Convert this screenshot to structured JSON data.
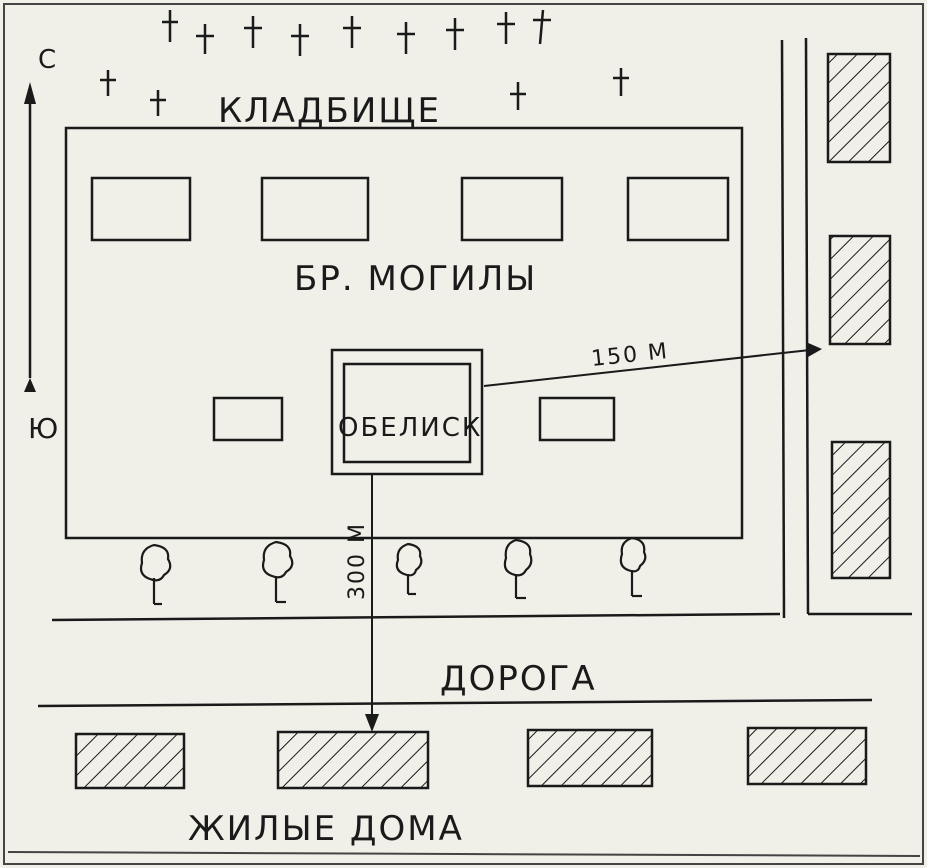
{
  "labels": {
    "cemetery": "КЛАДБИЩЕ",
    "mass_graves": "БР. МОГИЛЫ",
    "obelisk": "ОБЕЛИСК",
    "road": "ДОРОГА",
    "residential": "ЖИЛЫЕ ДОМА",
    "distance_east": "150 М",
    "distance_south": "300 М",
    "north": "С",
    "south": "Ю"
  },
  "colors": {
    "paper": "#f0efe8",
    "ink": "#1a1a1a"
  }
}
